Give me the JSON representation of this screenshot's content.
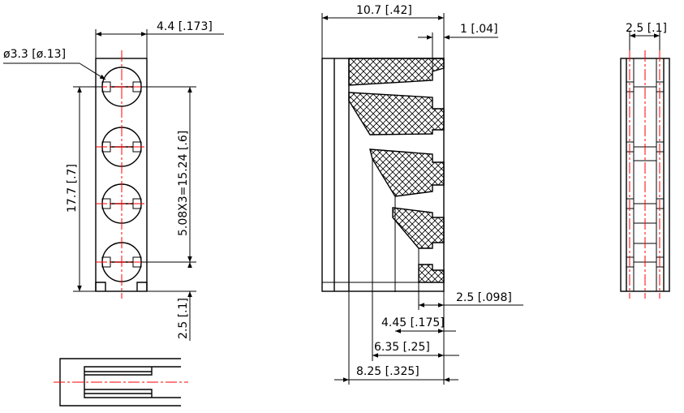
{
  "colors": {
    "line": "#000000",
    "centerline": "#ff0000",
    "background": "#ffffff"
  },
  "dimensions": {
    "hole_diameter": "ø3.3 [ø.13]",
    "body_width": "4.4 [.173]",
    "body_height": "17.7 [.7]",
    "pitch": "5.08X3=15.24 [.6]",
    "lead_length": "2.5 [.1]",
    "side_depth": "10.7 [.42]",
    "side_tip": "1 [.04]",
    "side_bottom": "2.5 [.098]",
    "side_d1": "4.45 [.175]",
    "side_d2": "6.35 [.25]",
    "side_d3": "8.25 [.325]",
    "end_width": "2.5 [.1]"
  }
}
